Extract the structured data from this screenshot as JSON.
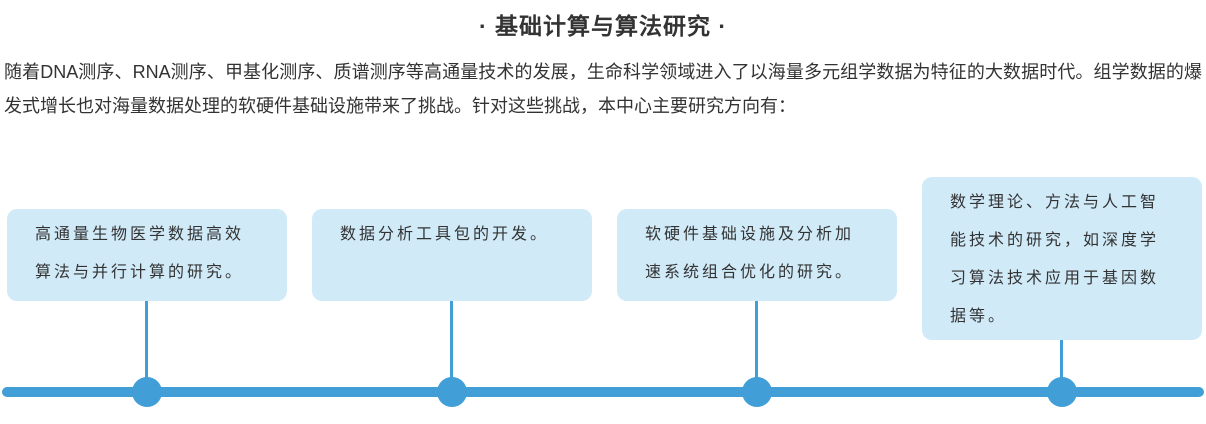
{
  "page": {
    "title": "· 基础计算与算法研究 ·",
    "intro": "随着DNA测序、RNA测序、甲基化测序、质谱测序等高通量技术的发展，生命科学领域进入了以海量多元组学数据为特征的大数据时代。组学数据的爆发式增长也对海量数据处理的软硬件基础设施带来了挑战。针对这些挑战，本中心主要研究方向有："
  },
  "research_items": [
    {
      "text": "高通量生物医学数据高效算法与并行计算的研究。"
    },
    {
      "text": "数据分析工具包的开发。"
    },
    {
      "text": "软硬件基础设施及分析加速系统组合优化的研究。"
    },
    {
      "text": "数学理论、方法与人工智能技术的研究，如深度学习算法技术应用于基因数据等。"
    }
  ],
  "colors": {
    "accent_blue": "#429ed7",
    "card_background": "#d0eaf8",
    "text": "#333333"
  }
}
